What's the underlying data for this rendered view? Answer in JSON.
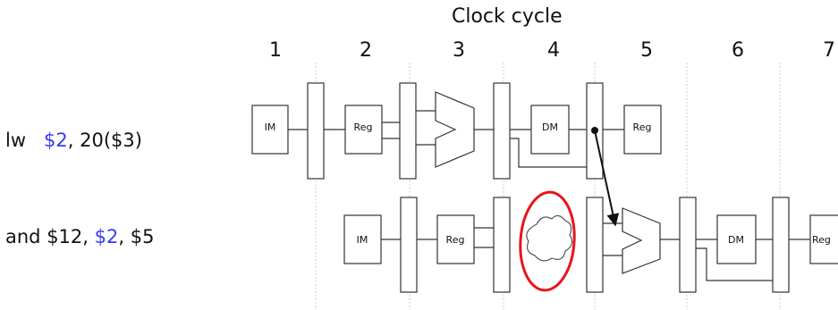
{
  "header": {
    "title": "Clock cycle"
  },
  "cycles": [
    "1",
    "2",
    "3",
    "4",
    "5",
    "6",
    "7"
  ],
  "instructions": [
    {
      "op": "lw",
      "dest": "$2",
      "rest": ", 20($3)"
    },
    {
      "op": "and",
      "pre": " $12, ",
      "src": "$2",
      "rest": ", $5"
    }
  ],
  "blocks": {
    "im": "IM",
    "reg": "Reg",
    "dm": "DM"
  },
  "colors": {
    "register_name_highlight": "#3a3af0",
    "stall_circle": "#e8141e",
    "grid": "#cfcfcf"
  }
}
